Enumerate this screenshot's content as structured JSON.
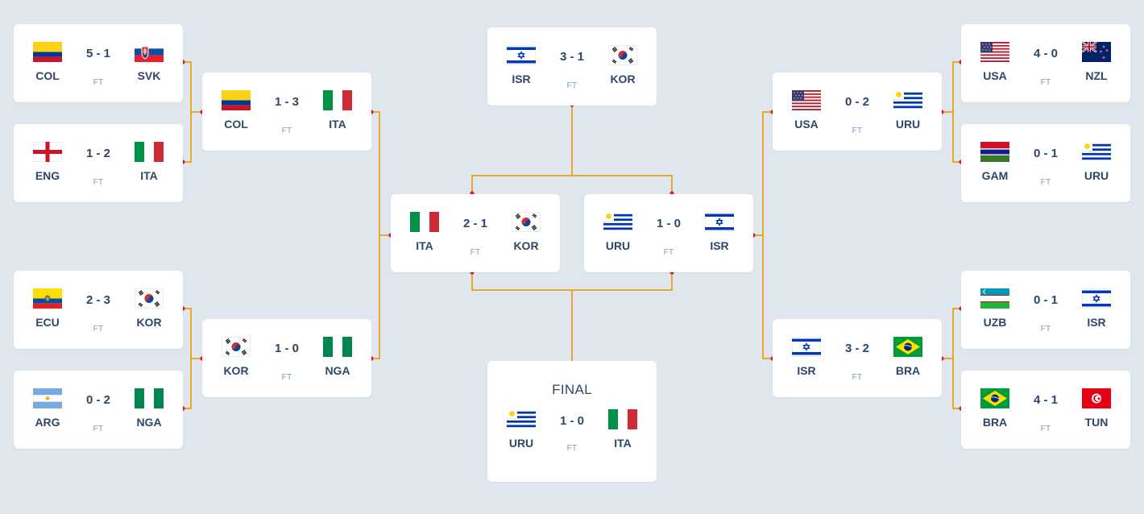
{
  "colors": {
    "background": "#dfe6ee",
    "card": "#ffffff",
    "connector": "#e6a92a",
    "dot": "#e5133d",
    "text": "#2e4766",
    "status": "#7b9ab8"
  },
  "final_title": "FINAL",
  "matches": [
    {
      "id": "r16-1",
      "home": "COL",
      "away": "SVK",
      "home_flag": "col-flag",
      "away_flag": "svk-flag",
      "score": "5 - 1",
      "status": "FT"
    },
    {
      "id": "r16-2",
      "home": "ENG",
      "away": "ITA",
      "home_flag": "eng-flag",
      "away_flag": "ita-flag",
      "score": "1 - 2",
      "status": "FT"
    },
    {
      "id": "r16-3",
      "home": "ECU",
      "away": "KOR",
      "home_flag": "ecu-flag",
      "away_flag": "kor-flag",
      "score": "2 - 3",
      "status": "FT"
    },
    {
      "id": "r16-4",
      "home": "ARG",
      "away": "NGA",
      "home_flag": "arg-flag",
      "away_flag": "nga-flag",
      "score": "0 - 2",
      "status": "FT"
    },
    {
      "id": "qf-1",
      "home": "COL",
      "away": "ITA",
      "home_flag": "col-flag",
      "away_flag": "ita-flag",
      "score": "1 - 3",
      "status": "FT"
    },
    {
      "id": "qf-2",
      "home": "KOR",
      "away": "NGA",
      "home_flag": "kor-flag",
      "away_flag": "nga-flag",
      "score": "1 - 0",
      "status": "FT"
    },
    {
      "id": "sf-1",
      "home": "ITA",
      "away": "KOR",
      "home_flag": "ita-flag",
      "away_flag": "kor-flag",
      "score": "2 - 1",
      "status": "FT"
    },
    {
      "id": "sf-2",
      "home": "URU",
      "away": "ISR",
      "home_flag": "uru-flag",
      "away_flag": "isr-flag",
      "score": "1 - 0",
      "status": "FT"
    },
    {
      "id": "third",
      "home": "ISR",
      "away": "KOR",
      "home_flag": "isr-flag",
      "away_flag": "kor-flag",
      "score": "3 - 1",
      "status": "FT"
    },
    {
      "id": "final",
      "home": "URU",
      "away": "ITA",
      "home_flag": "uru-flag",
      "away_flag": "ita-flag",
      "score": "1 - 0",
      "status": "FT"
    },
    {
      "id": "qf-3",
      "home": "USA",
      "away": "URU",
      "home_flag": "usa-flag",
      "away_flag": "uru-flag",
      "score": "0 - 2",
      "status": "FT"
    },
    {
      "id": "qf-4",
      "home": "ISR",
      "away": "BRA",
      "home_flag": "isr-flag",
      "away_flag": "bra-flag",
      "score": "3 - 2",
      "status": "FT"
    },
    {
      "id": "r16-5",
      "home": "USA",
      "away": "NZL",
      "home_flag": "usa-flag",
      "away_flag": "nzl-flag",
      "score": "4 - 0",
      "status": "FT"
    },
    {
      "id": "r16-6",
      "home": "GAM",
      "away": "URU",
      "home_flag": "gam-flag",
      "away_flag": "uru-flag",
      "score": "0 - 1",
      "status": "FT"
    },
    {
      "id": "r16-7",
      "home": "UZB",
      "away": "ISR",
      "home_flag": "uzb-flag",
      "away_flag": "isr-flag",
      "score": "0 - 1",
      "status": "FT"
    },
    {
      "id": "r16-8",
      "home": "BRA",
      "away": "TUN",
      "home_flag": "bra-flag",
      "away_flag": "tun-flag",
      "score": "4 - 1",
      "status": "FT"
    }
  ]
}
